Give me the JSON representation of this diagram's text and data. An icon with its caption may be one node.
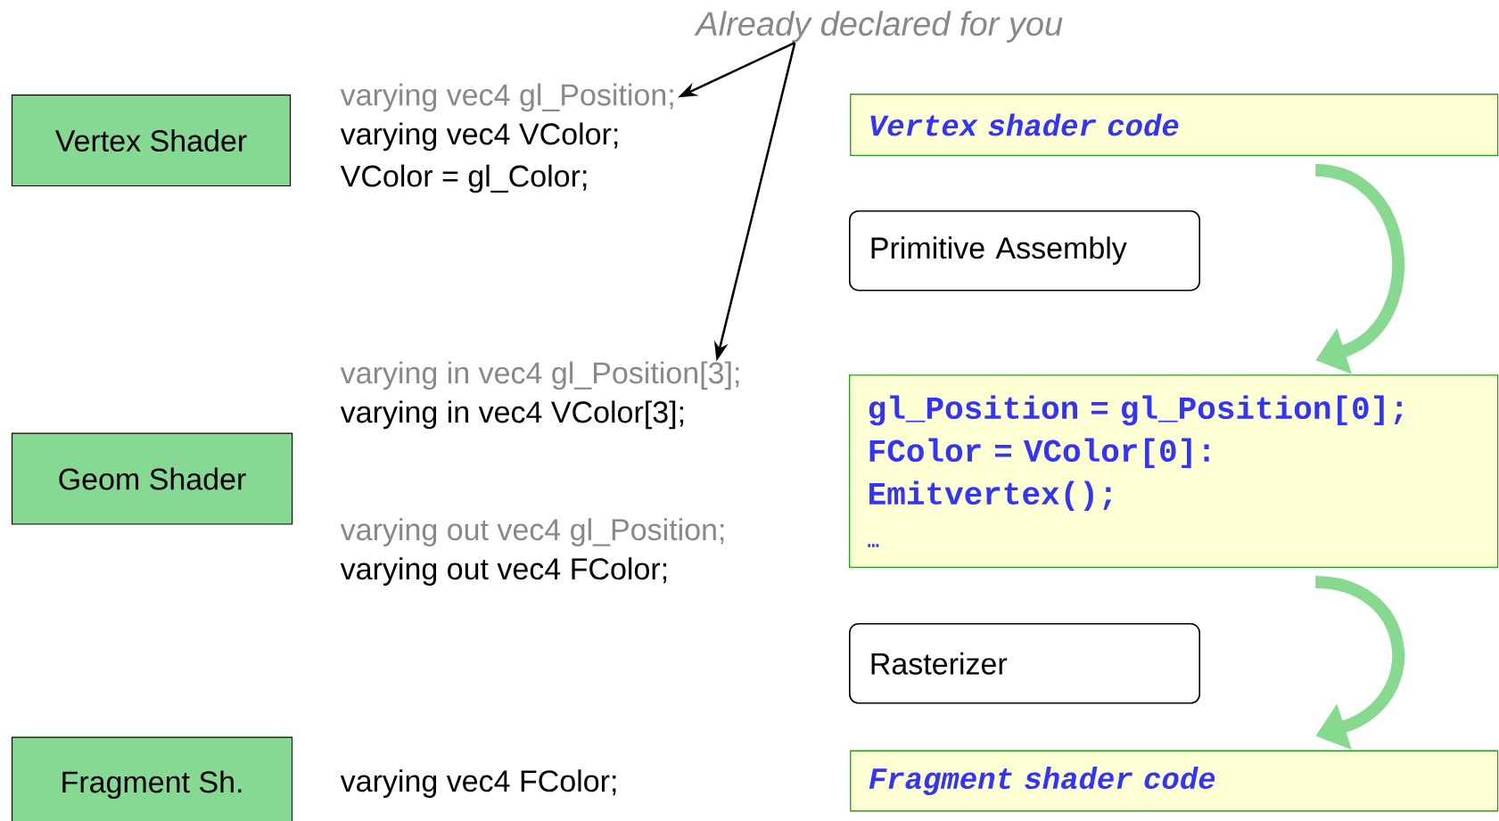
{
  "diagram": {
    "nodes": [
      {
        "text": [
          "Already declared for you"
        ]
      },
      {
        "text": [
          "Vertex Shader"
        ]
      },
      {
        "text": [
          "varying vec4 gl_Position;"
        ]
      },
      {
        "text": [
          "Vertex shader code"
        ]
      },
      {
        "text": [
          "Primitive Assembly"
        ]
      },
      {
        "text": [
          "varying in vec4 gl_Position[3];"
        ]
      },
      {
        "text": [
          "Geom Shader"
        ]
      },
      {
        "text": [
          "gl_Position = gl_Position[0];",
          "FColor = VColor[0]:",
          "Emitvertex();",
          "…"
        ]
      },
      {
        "text": [
          "Rasterizer"
        ]
      },
      {
        "text": [
          "Fragment Sh."
        ]
      },
      {
        "text": [
          "Fragment shader code"
        ]
      }
    ],
    "edges": [
      {
        "from": 0,
        "to": 2,
        "arrow": "to"
      },
      {
        "from": 0,
        "to": 5,
        "arrow": "to"
      },
      {
        "from": 3,
        "to": 7,
        "arrow": "to",
        "style": "thick",
        "color": "#86d98f"
      },
      {
        "from": 7,
        "to": 10,
        "arrow": "to",
        "style": "thick",
        "color": "#86d98f"
      }
    ],
    "labels": [
      "varying vec4 VColor;",
      "VColor = gl_Color;",
      "varying in vec4 VColor[3];",
      "varying out vec4 gl_Position;",
      "varying out vec4 FColor;",
      "varying vec4 FColor;"
    ]
  }
}
